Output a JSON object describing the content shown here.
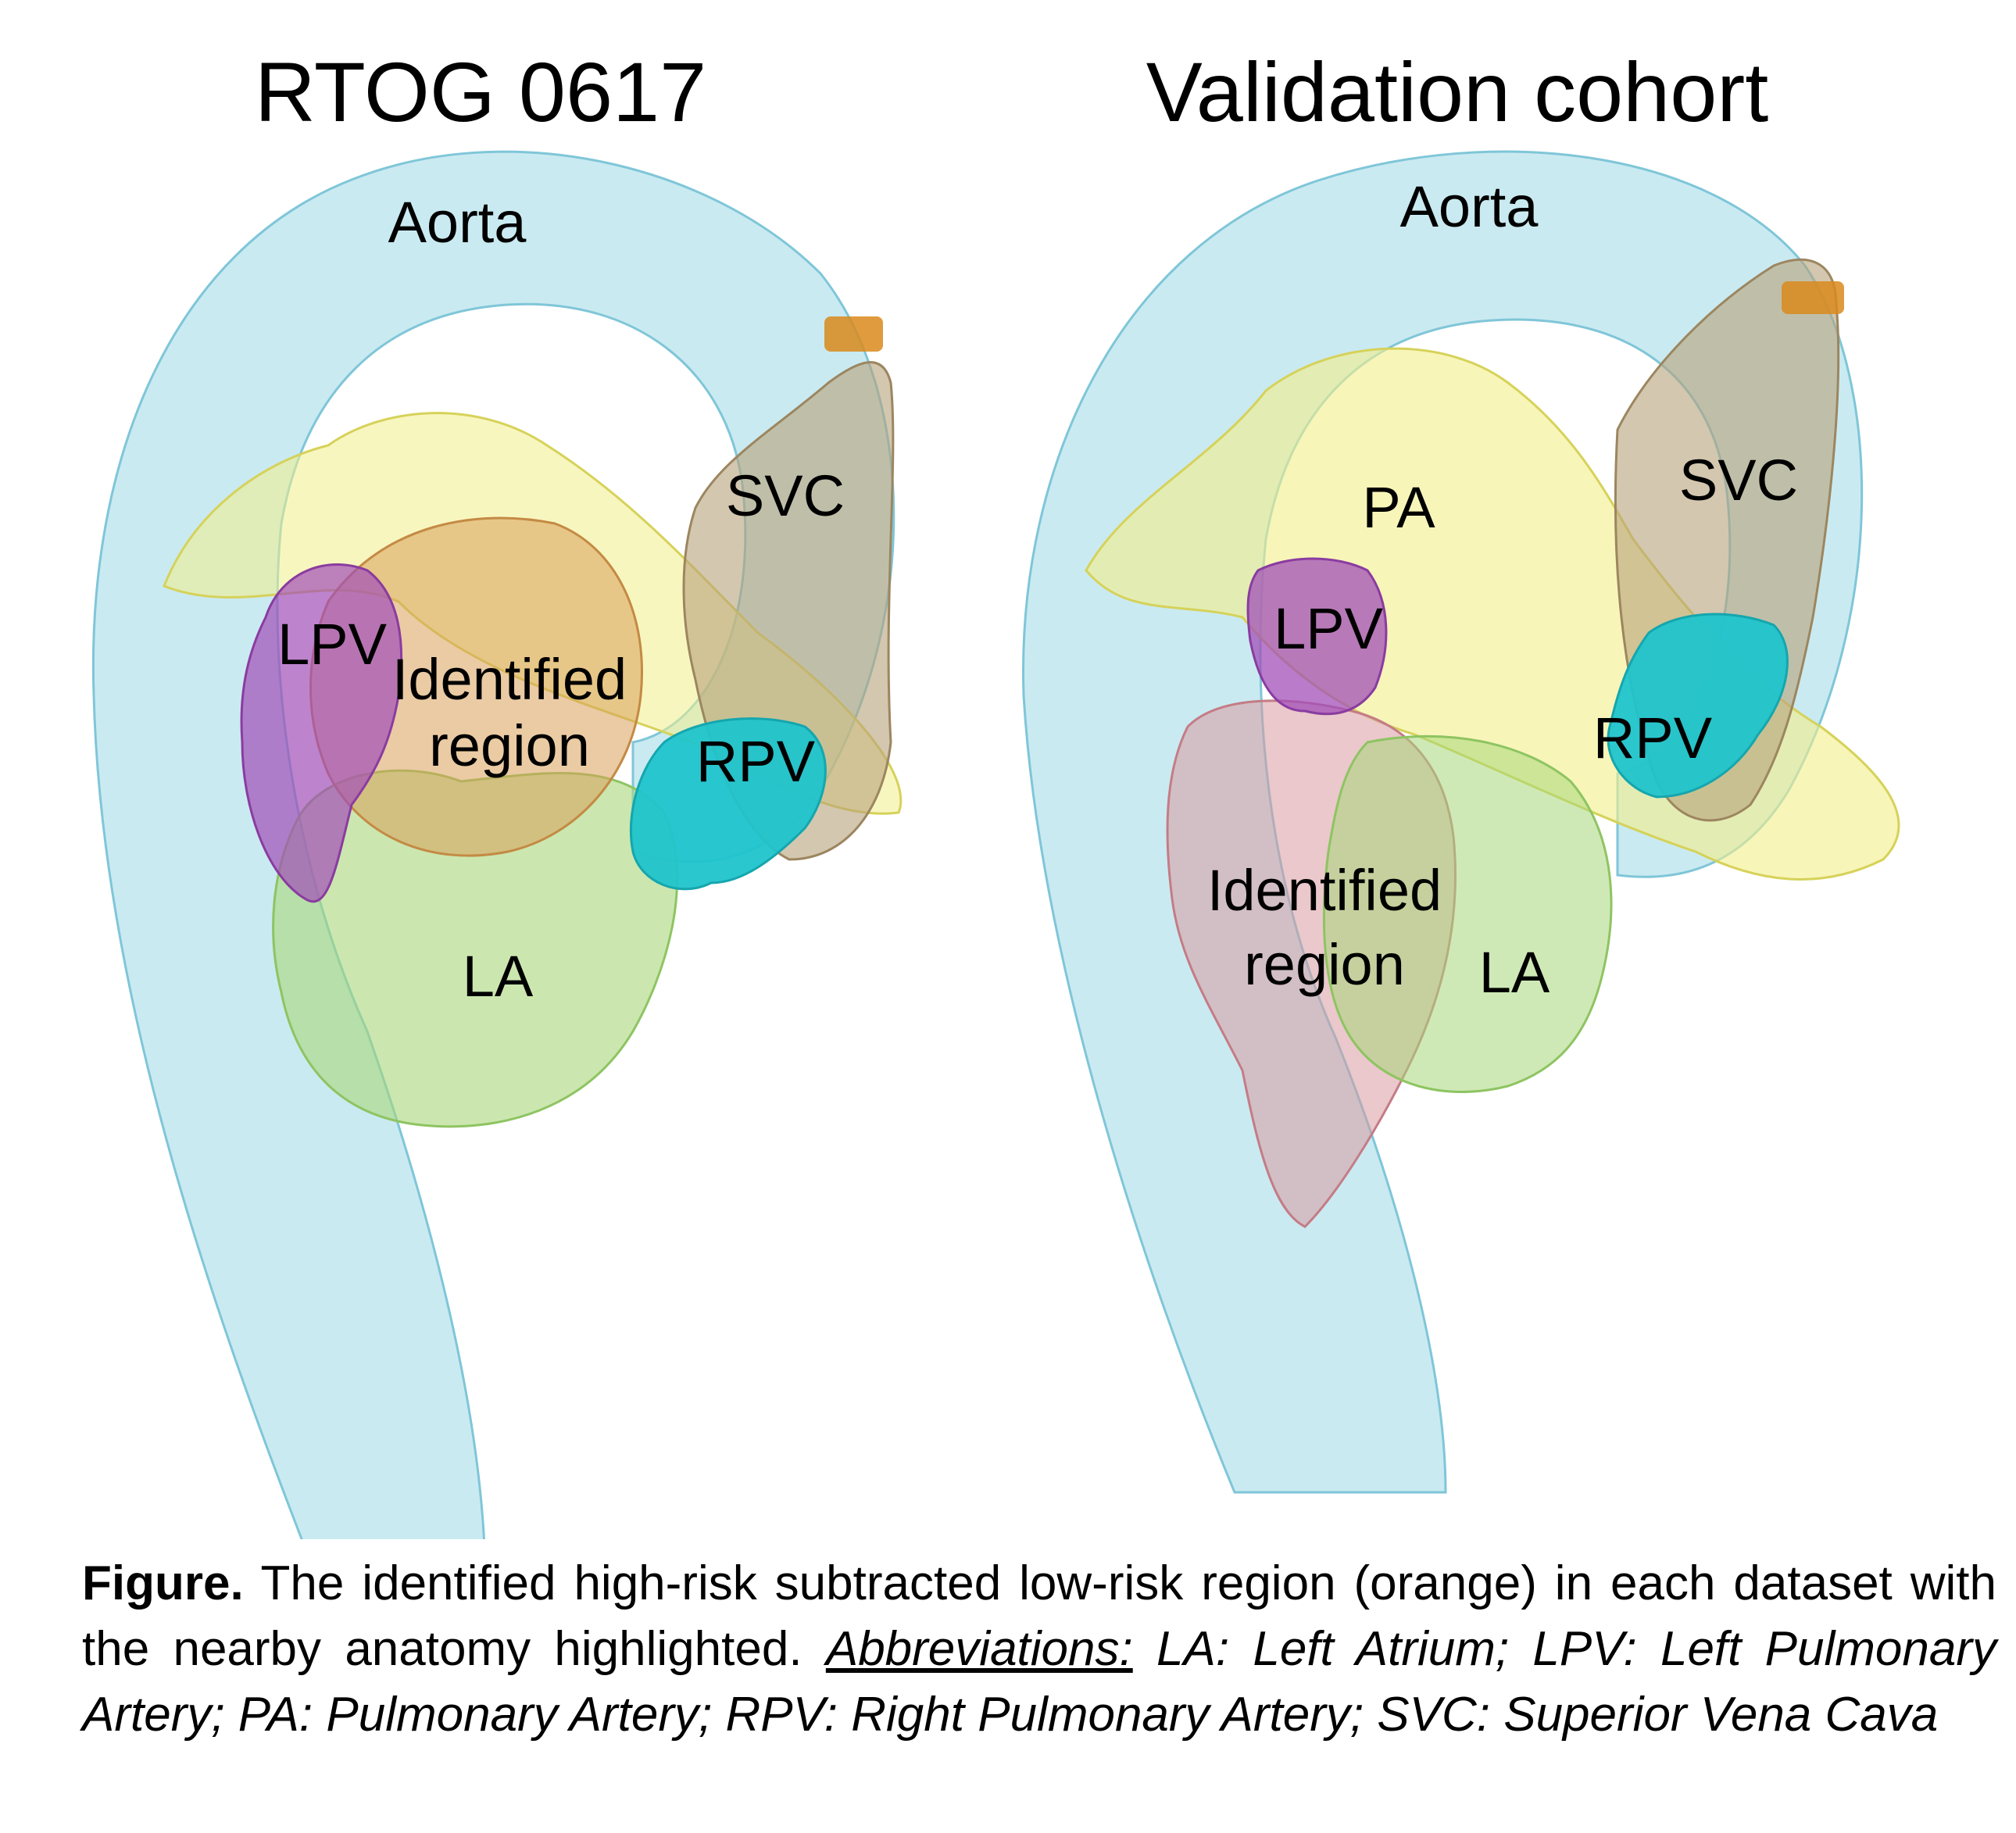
{
  "panels": {
    "left": {
      "title": "RTOG 0617",
      "labels": {
        "aorta": "Aorta",
        "svc": "SVC",
        "lpv": "LPV",
        "identified_1": "Identified",
        "identified_2": "region",
        "rpv": "RPV",
        "la": "LA"
      }
    },
    "right": {
      "title": "Validation cohort",
      "labels": {
        "aorta": "Aorta",
        "svc": "SVC",
        "pa": "PA",
        "lpv": "LPV",
        "rpv": "RPV",
        "identified_1": "Identified",
        "identified_2": "region",
        "la": "LA"
      }
    }
  },
  "colors": {
    "aorta": "#9fd8e6",
    "pa": "#f3ef8a",
    "svc": "#b8a27a",
    "lpv": "#a24fb8",
    "rpv": "#1fc4cc",
    "la": "#a8d77a",
    "identified_region": "#d9a05a",
    "identified_region_validation": "#d99aa0",
    "svc_cap": "#d98a1c"
  },
  "caption": {
    "lead": "Figure.",
    "text": " The identified high-risk subtracted low-risk region (orange) in each dataset with the nearby anatomy highlighted. ",
    "abbr_heading": "Abbreviations:",
    "abbr_text": " LA: Left Atrium; LPV: Left Pulmonary Artery; PA: Pulmonary Artery; RPV: Right Pulmonary Artery; SVC: Superior Vena Cava"
  }
}
